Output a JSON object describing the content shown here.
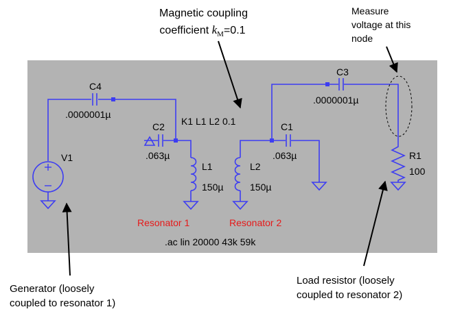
{
  "annotations": {
    "coupling_line1": "Magnetic coupling",
    "coupling_line2_prefix": "coefficient ",
    "coupling_k": "k",
    "coupling_sub": "M",
    "coupling_value": "=0.1",
    "measure_line1": "Measure",
    "measure_line2": "voltage at this",
    "measure_line3": "node",
    "generator_line1": "Generator (loosely",
    "generator_line2": "coupled to resonator 1)",
    "load_line1": "Load resistor (loosely",
    "load_line2": "coupled to resonator 2)"
  },
  "schematic": {
    "c4_name": "C4",
    "c4_value": ".0000001µ",
    "c3_name": "C3",
    "c3_value": ".0000001µ",
    "c2_name": "C2",
    "c2_value": ".063µ",
    "c1_name": "C1",
    "c1_value": ".063µ",
    "l1_name": "L1",
    "l1_value": "150µ",
    "l2_name": "L2",
    "l2_value": "150µ",
    "v1_name": "V1",
    "r1_name": "R1",
    "r1_value": "100",
    "k_directive": "K1 L1 L2 0.1",
    "ac_directive": ".ac lin 20000 43k 59k",
    "resonator1": "Resonator 1",
    "resonator2": "Resonator 2"
  },
  "colors": {
    "background": "#ffffff",
    "schematic_bg": "#b3b3b3",
    "wire": "#3d3df2",
    "resonator_label": "#e61919",
    "text": "#000000"
  }
}
